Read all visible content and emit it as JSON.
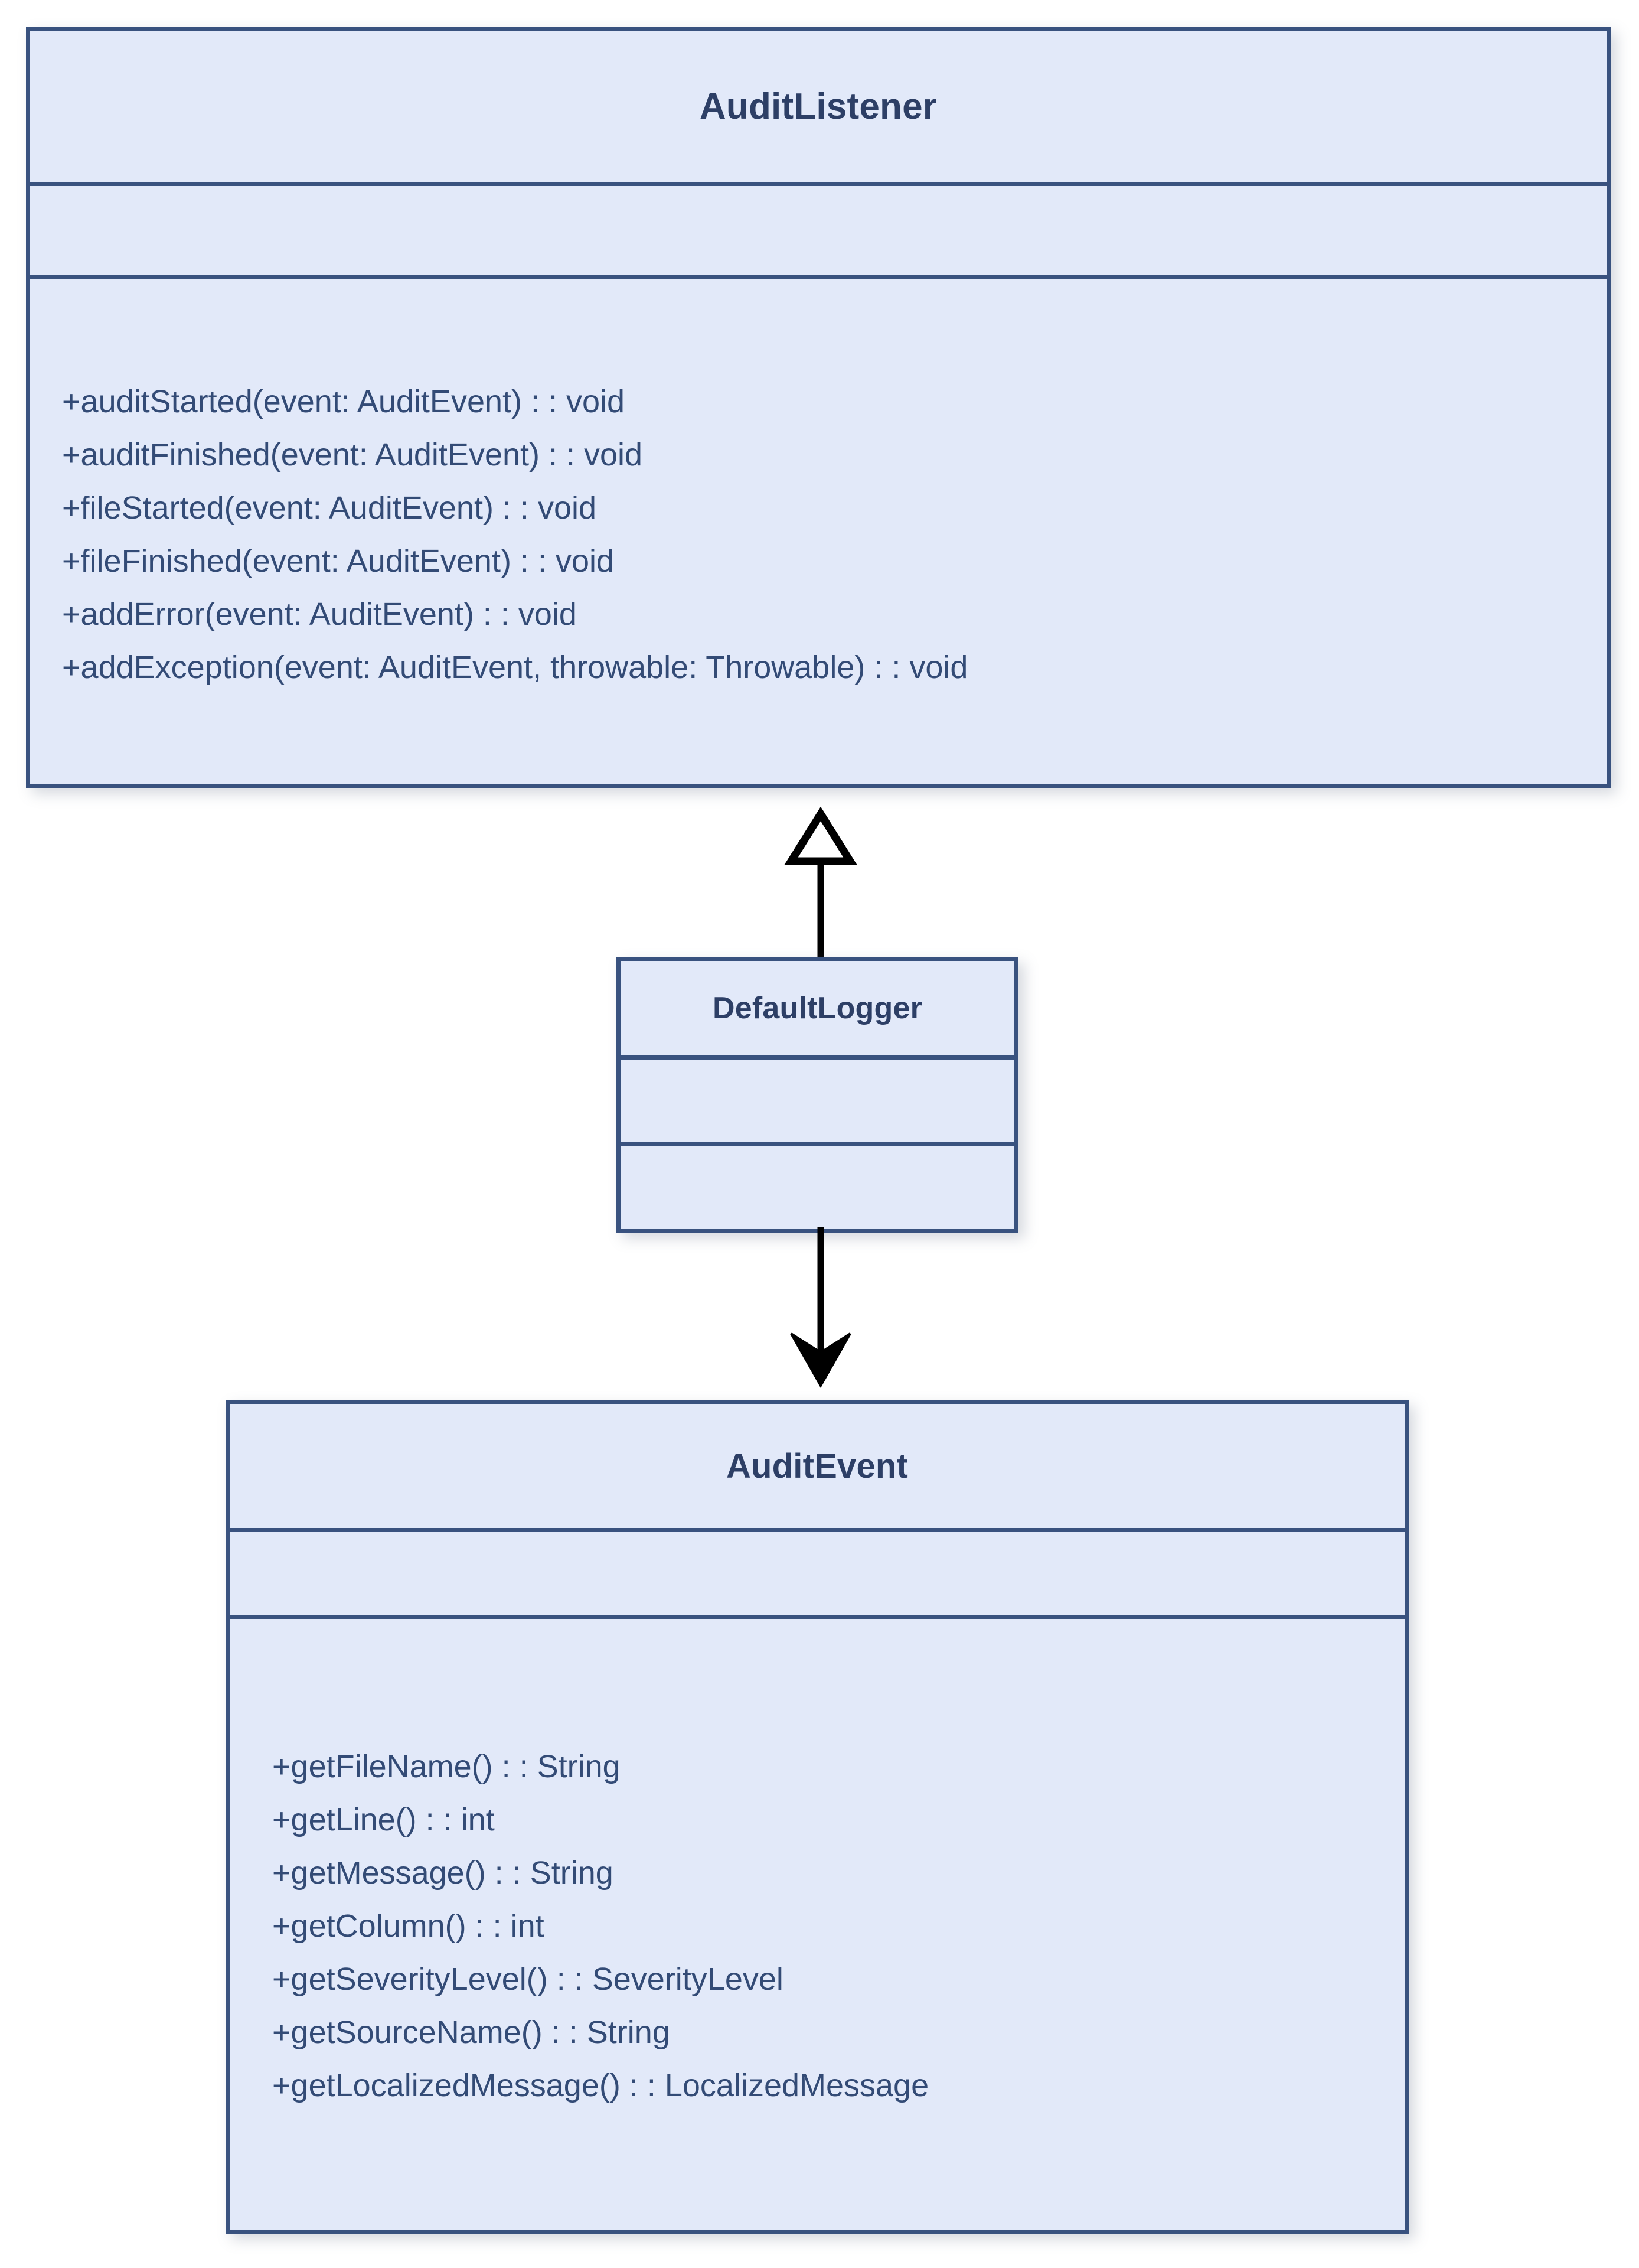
{
  "diagram": {
    "type": "uml-class-diagram",
    "background_color": "#ffffff",
    "box_fill_color": "#e2e9f9",
    "box_border_color": "#39527f",
    "title_text_color": "#2d3f66",
    "member_text_color": "#334b76",
    "connector_color": "#000000"
  },
  "classes": [
    {
      "id": "audit-listener",
      "name": "AuditListener",
      "attributes": [],
      "methods": [
        "+auditStarted(event: AuditEvent) : : void",
        "+auditFinished(event: AuditEvent) : : void",
        "+fileStarted(event: AuditEvent) : : void",
        "+fileFinished(event: AuditEvent) : : void",
        "+addError(event: AuditEvent) : : void",
        "+addException(event: AuditEvent, throwable: Throwable) : : void"
      ]
    },
    {
      "id": "default-logger",
      "name": "DefaultLogger",
      "attributes": [],
      "methods": []
    },
    {
      "id": "audit-event",
      "name": "AuditEvent",
      "attributes": [],
      "methods": [
        "+getFileName() : : String",
        "+getLine() : : int",
        "+getMessage() : : String",
        "+getColumn() : : int",
        "+getSeverityLevel() : : SeverityLevel",
        "+getSourceName() : : String",
        "+getLocalizedMessage() : : LocalizedMessage"
      ]
    }
  ],
  "connectors": [
    {
      "id": "inheritance",
      "kind": "generalization",
      "arrowhead": "hollow-triangle",
      "from": "DefaultLogger",
      "to": "AuditListener",
      "direction": "up"
    },
    {
      "id": "dependency",
      "kind": "dependency",
      "arrowhead": "solid-arrow",
      "from": "DefaultLogger",
      "to": "AuditEvent",
      "direction": "down"
    }
  ]
}
